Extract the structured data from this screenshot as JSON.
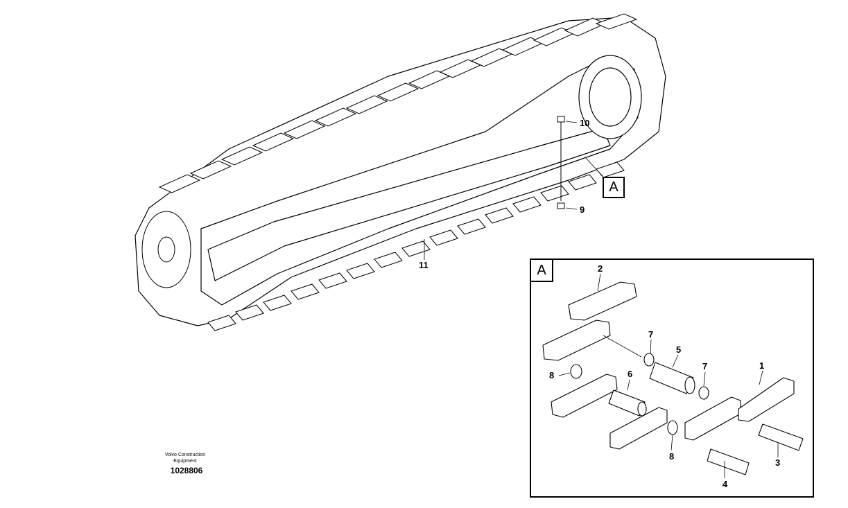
{
  "main_view": {
    "callouts": {
      "c9": "9",
      "c10": "10",
      "c11": "11"
    },
    "detail_ref": "A"
  },
  "detail_view": {
    "title": "A",
    "callouts": {
      "p1": "1",
      "p2": "2",
      "p3": "3",
      "p4": "4",
      "p5": "5",
      "p6": "6",
      "p7a": "7",
      "p7b": "7",
      "p8a": "8",
      "p8b": "8"
    }
  },
  "footer": {
    "credit_line1": "Volvo Construction",
    "credit_line2": "Equipment",
    "doc_number": "1028806"
  }
}
